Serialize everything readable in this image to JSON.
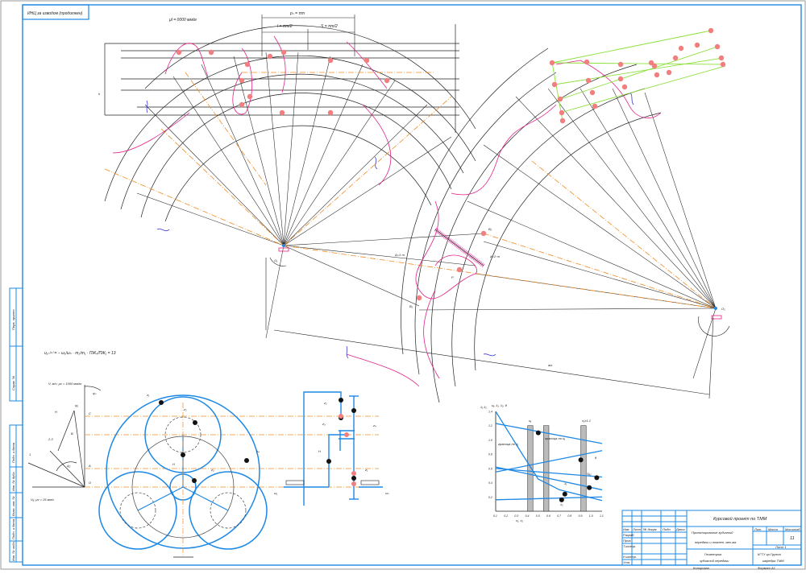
{
  "sheet": {
    "stamp_title": "ИНЦ за изводом (продолжен)",
    "scale_note": "μl = 0000 мм/м",
    "module_top": "pₙ = πm",
    "pitch_left": "l = πm/2",
    "pitch_right": "S = πm/2",
    "wheel_labels": {
      "o1": "O₁",
      "o2": "O₂",
      "p": "P",
      "b1": "B₁",
      "b2": "B₂",
      "a": "A",
      "h": "h"
    },
    "dim_left": "Δ=1·m",
    "dim_right": "Δ=2·m",
    "dist_aw": "aw",
    "colors": {
      "gear_blue": "#1e88e5",
      "profile_magenta": "#e0218a",
      "axis_orange": "#f08c24",
      "marker": "#f27f7f",
      "lever_green": "#8be03a",
      "line": "#222222"
    }
  },
  "kinematics": {
    "ratio_formula": "u₁ₕ⁽⁴⁾ = − ω₁/ωₕ · m₂/m₁ · ПЖ₄/ПЖ₁ = 13",
    "velocity_scale": "V, м/с; μv = 1000 мм/м",
    "omega_scale": "Vₐ; μv = 25 мм/с",
    "points": [
      "H",
      "2.3",
      "1",
      "C",
      "B",
      "A",
      "O"
    ],
    "angles": [
      "ψ₁",
      "ψ₂",
      "ψₙ"
    ]
  },
  "planetary": {
    "labels": [
      "z₁",
      "z₂",
      "z₃",
      "z₄",
      "H"
    ]
  },
  "scheme": {
    "labels": [
      "z₁",
      "z₂",
      "z₃",
      "z₄",
      "H",
      "C",
      "B",
      "A",
      "O"
    ],
    "omega_in": "ω₁",
    "omega_out": "ωₕ"
  },
  "chart_data": {
    "type": "line",
    "title": "εₐ, λ₁, λ₂, θ",
    "xlabel": "x₁, x₂",
    "ylabel": "λ₁ λ₂",
    "x_ticks": [
      "0.1",
      "0.2",
      "0.3",
      "0.4",
      "0.5",
      "0.6",
      "0.7",
      "0.8",
      "0.9",
      "1.0",
      "1.1"
    ],
    "y_ticks": [
      "0.2",
      "0.4",
      "0.6",
      "0.8",
      "1.0",
      "1.2",
      "1.4"
    ],
    "ylim": [
      0,
      1.4
    ],
    "xlim": [
      0.1,
      1.1
    ],
    "series": [
      {
        "name": "εₐ",
        "x": [
          0.1,
          1.1
        ],
        "y": [
          1.23,
          0.95
        ]
      },
      {
        "name": "θ",
        "x": [
          0.1,
          1.1
        ],
        "y": [
          0.6,
          0.48
        ]
      },
      {
        "name": "λ₁",
        "x": [
          0.1,
          0.35,
          0.5,
          0.7,
          1.1
        ],
        "y": [
          1.4,
          0.8,
          0.45,
          0.3,
          0.15
        ]
      },
      {
        "name": "λ₂",
        "x": [
          0.1,
          1.1
        ],
        "y": [
          0.16,
          0.2
        ]
      },
      {
        "name": "Sₐ₁",
        "x": [
          0.1,
          1.1
        ],
        "y": [
          0.55,
          0.85
        ]
      },
      {
        "name": "Sₐ₂",
        "x": [
          0.1,
          1.1
        ],
        "y": [
          0.62,
          0.3
        ]
      }
    ],
    "annotations": [
      "граница по λ₁",
      "граница по εₐ",
      "x₁≥1.1",
      "εₐ",
      "θ",
      "Sₐ₂",
      "λ₁",
      "λ₂"
    ]
  },
  "title_block": {
    "project": "Курсовой проект по ТММ",
    "doc_title_1": "Проектирование зубчатой",
    "doc_title_2": "передачи и планет. мех-ма",
    "doc_sub_1": "Геометрия",
    "doc_sub_2": "зубчатой передачи",
    "institution_1": "КГТУ гр.Группа",
    "institution_2": "кафедра ТММ",
    "sheet_label": "Лист 1",
    "sheets": "11",
    "headers": [
      "Лит.",
      "Масса",
      "Масштаб"
    ],
    "rows": [
      "Изм.",
      "Лист",
      "№ докум.",
      "Подп.",
      "Дата"
    ],
    "roles": [
      "Разраб.",
      "Пров.",
      "Т.контр.",
      "Н.контр.",
      "Утв."
    ],
    "format": "Формат А1",
    "copy": "Копировал"
  },
  "side_strip": {
    "items": [
      "Перв. примен.",
      "Справ. №",
      "Подп. и дата",
      "Инв. № дубл.",
      "Взам. инв. №",
      "Подп. и дата",
      "Инв. № подл."
    ]
  }
}
